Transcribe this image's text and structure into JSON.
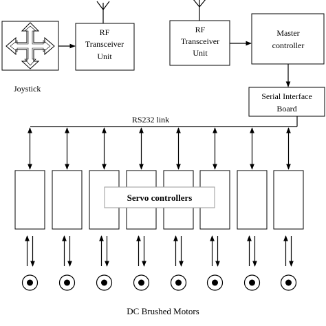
{
  "joystick": {
    "label": "Joystick"
  },
  "rf_left": {
    "line1": "RF",
    "line2": "Transceiver",
    "line3": "Unit"
  },
  "rf_right": {
    "line1": "RF",
    "line2": "Transceiver",
    "line3": "Unit"
  },
  "master": {
    "line1": "Master",
    "line2": "controller"
  },
  "serial": {
    "line1": "Serial Interface",
    "line2": "Board"
  },
  "link": {
    "label": "RS232 link"
  },
  "servo": {
    "label": "Servo controllers",
    "count": 8
  },
  "motors": {
    "label": "DC Brushed Motors",
    "count": 8
  },
  "icons": {
    "joystick": "four-way-arrows-icon",
    "antenna": "antenna-icon",
    "motor": "motor-icon"
  }
}
